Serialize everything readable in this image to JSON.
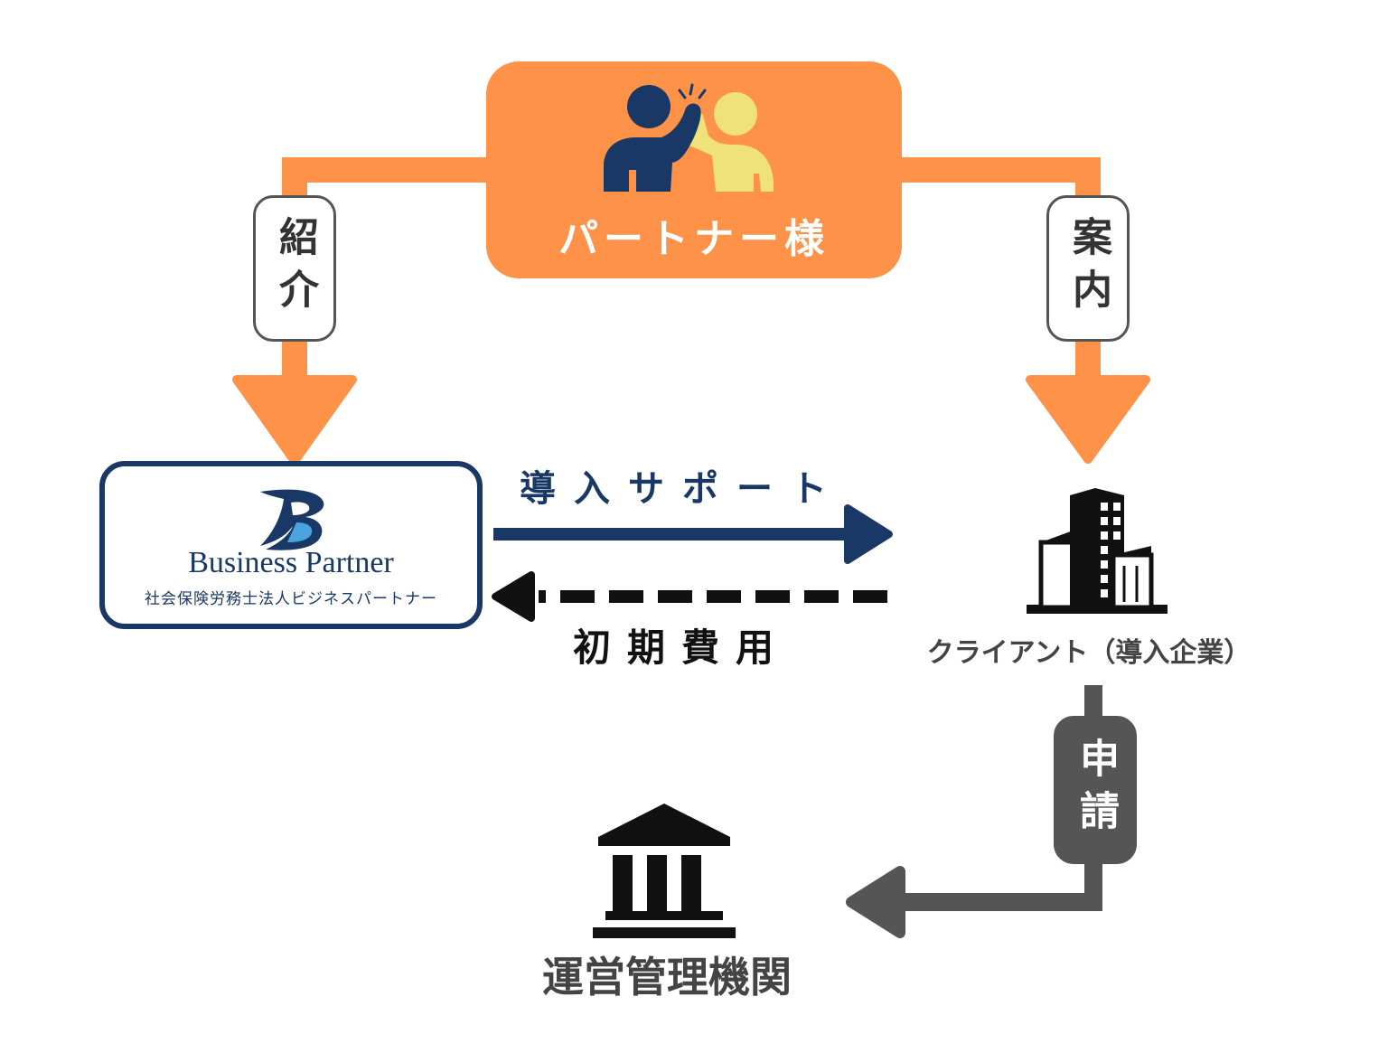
{
  "partner": {
    "label": "パートナー様",
    "icon": "high-five-icon"
  },
  "edges": {
    "introduction": "紹介",
    "guidance": "案内",
    "application": "申請",
    "support": "導入サポート",
    "initial_fee": "初期費用"
  },
  "business_partner": {
    "name": "Business Partner",
    "subtitle": "社会保険労務士法人ビジネスパートナー",
    "icon": "business-partner-logo"
  },
  "client": {
    "label": "クライアント（導入企業）",
    "icon": "office-building-icon"
  },
  "agency": {
    "label": "運営管理機関",
    "icon": "government-building-icon"
  },
  "colors": {
    "orange": "#ff9249",
    "navy": "#1a3866",
    "dark_gray": "#555555",
    "black": "#111111",
    "yellow": "#f0e27a"
  }
}
